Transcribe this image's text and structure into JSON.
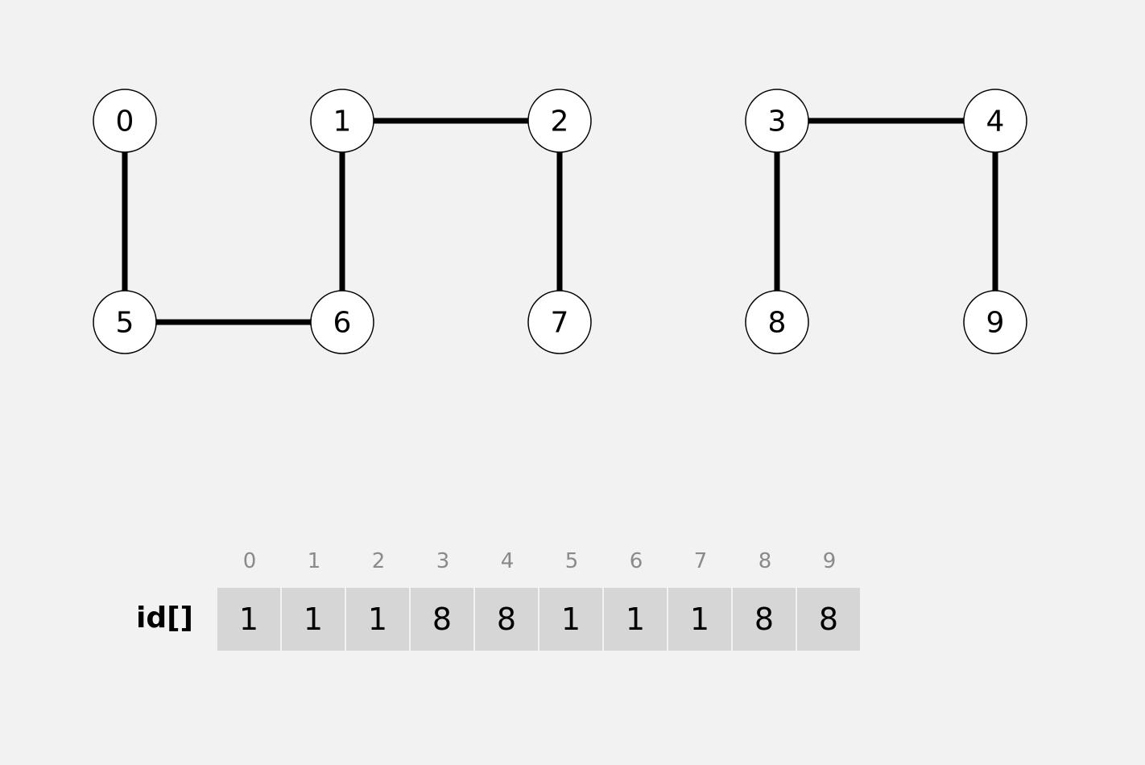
{
  "graph": {
    "nodes": [
      "0",
      "1",
      "2",
      "3",
      "4",
      "5",
      "6",
      "7",
      "8",
      "9"
    ],
    "edges": [
      [
        0,
        5
      ],
      [
        5,
        6
      ],
      [
        1,
        6
      ],
      [
        1,
        2
      ],
      [
        2,
        7
      ],
      [
        3,
        4
      ],
      [
        3,
        8
      ],
      [
        4,
        9
      ]
    ]
  },
  "array": {
    "label": "id[]",
    "indices": [
      "0",
      "1",
      "2",
      "3",
      "4",
      "5",
      "6",
      "7",
      "8",
      "9"
    ],
    "values": [
      "1",
      "1",
      "1",
      "8",
      "8",
      "1",
      "1",
      "1",
      "8",
      "8"
    ]
  }
}
